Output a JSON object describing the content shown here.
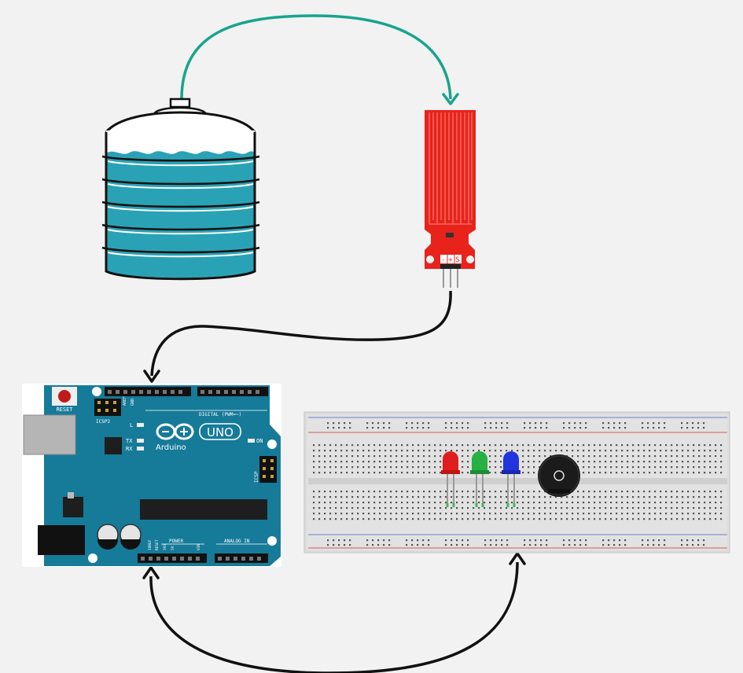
{
  "colors": {
    "background": "#f2f2f2",
    "arrow_teal": "#17a58c",
    "arrow_black": "#111111",
    "water": "#2aa2b6",
    "sensor_red": "#e8231c",
    "arduino_teal": "#167a99",
    "led_red": "#e11c1c",
    "led_green": "#27b043",
    "led_blue": "#2234dd"
  },
  "icons": {
    "tank": "water-tank-icon",
    "sensor": "water-level-sensor-icon",
    "board": "arduino-uno-board-icon",
    "breadboard": "breadboard-icon"
  },
  "arduino": {
    "reset_label": "RESET",
    "icsp2_label": "ICSP2",
    "aref_label": "AREF",
    "gnd_label": "GND",
    "digital_label": "DIGITAL (PWM=~)",
    "l_label": "L",
    "tx_label": "TX",
    "rx_label": "RX",
    "brand": "Arduino",
    "model": "UNO",
    "on_label": "ON",
    "icsp_label": "ICSP",
    "power_label": "POWER",
    "analog_label": "ANALOG IN",
    "ioref_label": "IOREF",
    "reset_pin_label": "RESET",
    "v33_label": "3V3",
    "v5_label": "5V",
    "vin_label": "VIN"
  },
  "sensor": {
    "minus_label": "-",
    "plus_label": "+",
    "s_label": "S"
  }
}
